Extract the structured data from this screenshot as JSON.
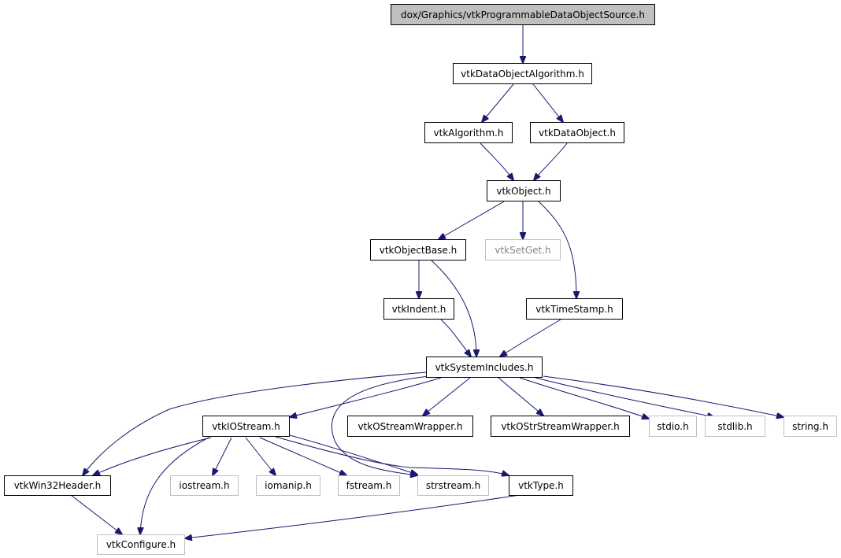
{
  "graph": {
    "edge_color": "#191970",
    "nodes": {
      "root": "dox/Graphics/vtkProgrammableDataObjectSource.h",
      "data_object_algorithm": "vtkDataObjectAlgorithm.h",
      "algorithm": "vtkAlgorithm.h",
      "data_object": "vtkDataObject.h",
      "object": "vtkObject.h",
      "object_base": "vtkObjectBase.h",
      "set_get": "vtkSetGet.h",
      "indent": "vtkIndent.h",
      "time_stamp": "vtkTimeStamp.h",
      "system_includes": "vtkSystemIncludes.h",
      "io_stream": "vtkIOStream.h",
      "ostream_wrapper": "vtkOStreamWrapper.h",
      "ostrstream_wrapper": "vtkOStrStreamWrapper.h",
      "stdio": "stdio.h",
      "stdlib": "stdlib.h",
      "string": "string.h",
      "win32_header": "vtkWin32Header.h",
      "iostream": "iostream.h",
      "iomanip": "iomanip.h",
      "fstream": "fstream.h",
      "strstream": "strstream.h",
      "type": "vtkType.h",
      "configure": "vtkConfigure.h"
    }
  }
}
